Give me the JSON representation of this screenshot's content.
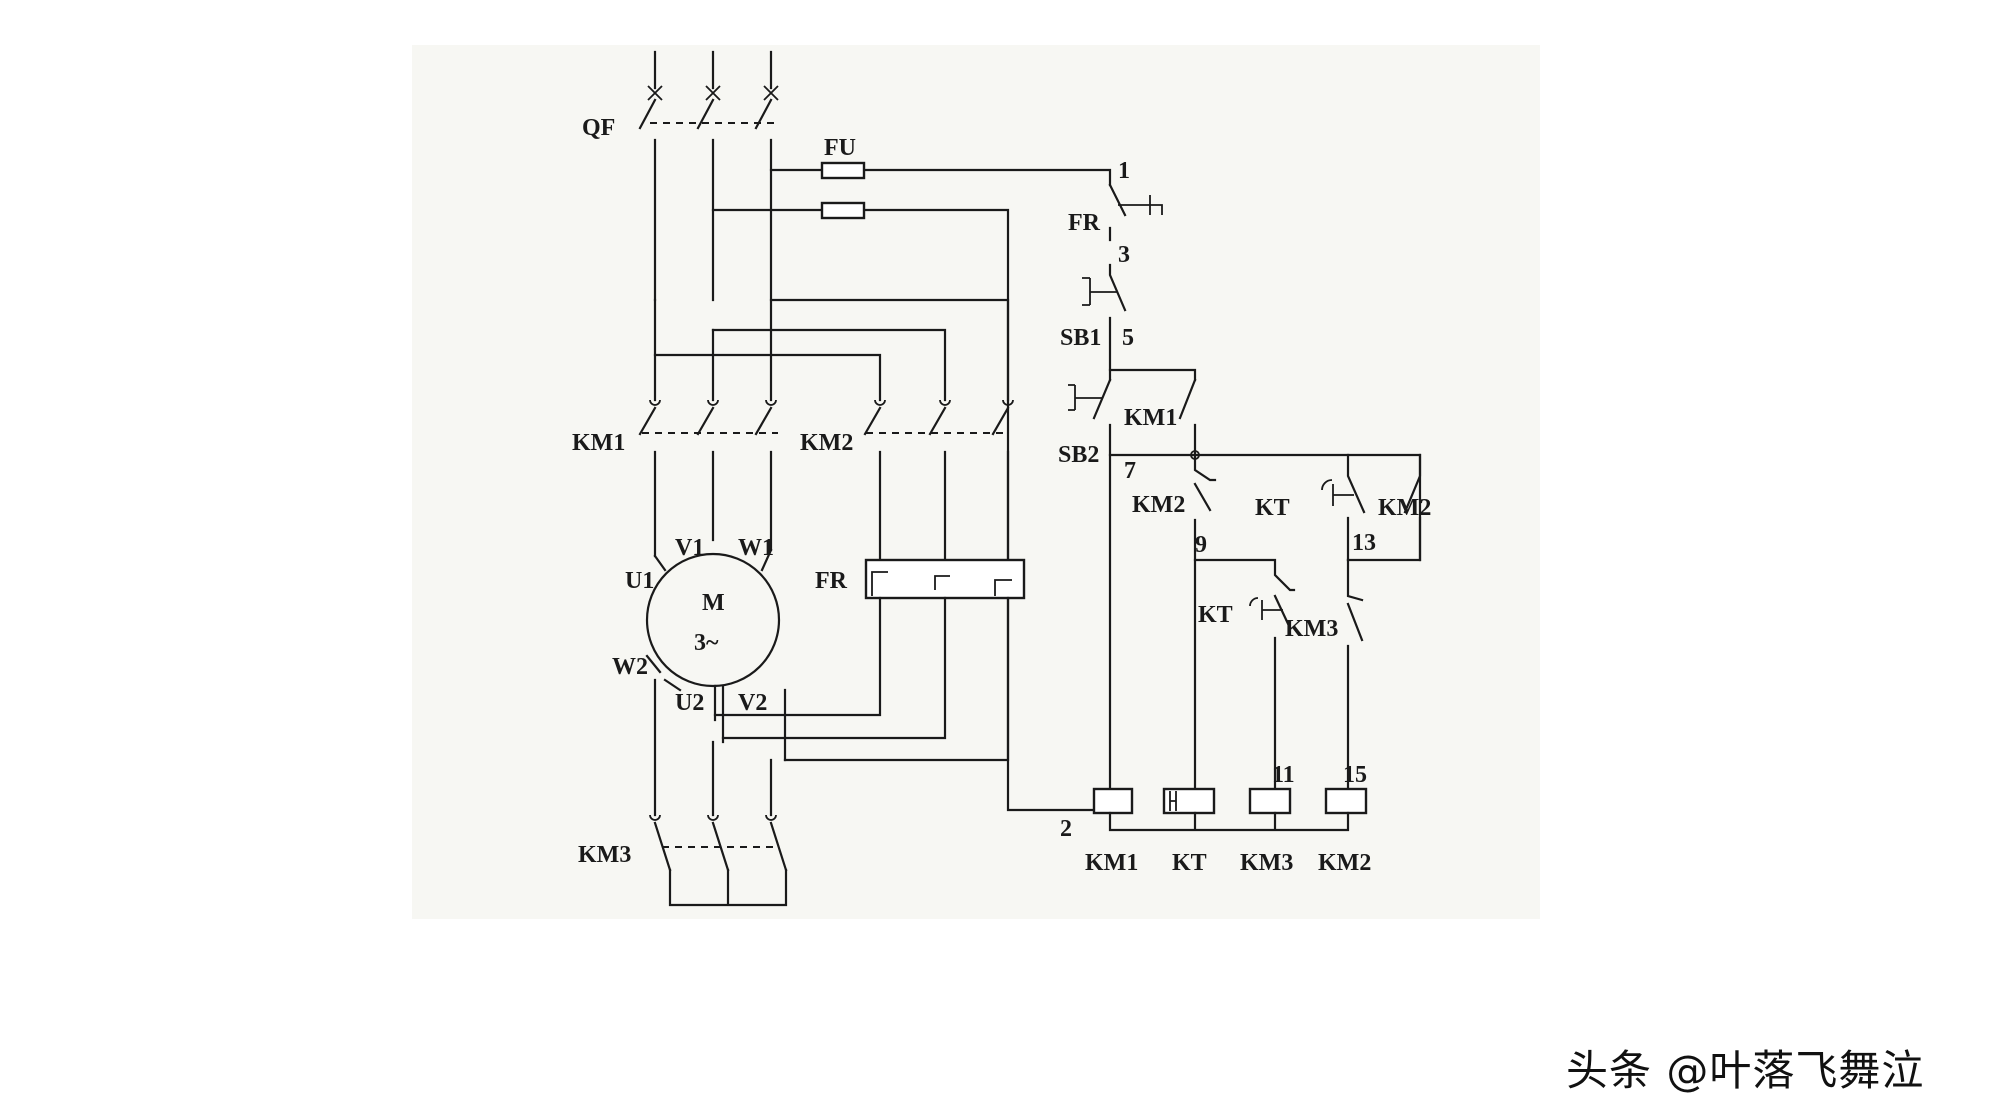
{
  "diagram": {
    "labels": {
      "qf": "QF",
      "fu": "FU",
      "fr_power": "FR",
      "fr_control": "FR",
      "km1_power": "KM1",
      "km2_power": "KM2",
      "km3_power": "KM3",
      "sb1": "SB1",
      "sb2": "SB2",
      "km1_contact": "KM1",
      "km2_nc": "KM2",
      "km2_no": "KM2",
      "kt_no": "KT",
      "kt_nc": "KT",
      "km3_nc": "KM3",
      "motor_m": "M",
      "motor_phase": "3~",
      "u1": "U1",
      "v1": "V1",
      "w1": "W1",
      "u2": "U2",
      "v2": "V2",
      "w2": "W2",
      "node_1": "1",
      "node_2": "2",
      "node_3": "3",
      "node_5": "5",
      "node_7": "7",
      "node_9": "9",
      "node_11": "11",
      "node_13": "13",
      "node_15": "15",
      "coil_km1": "KM1",
      "coil_kt": "KT",
      "coil_km3": "KM3",
      "coil_km2": "KM2"
    }
  },
  "watermark": "头条 @叶落飞舞泣"
}
